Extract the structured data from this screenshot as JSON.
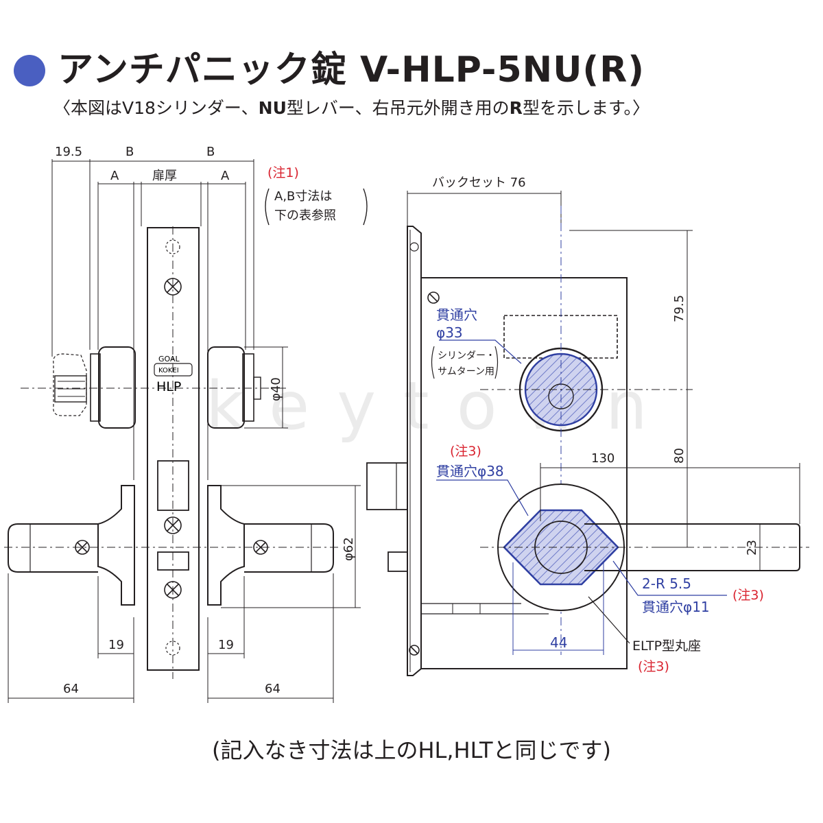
{
  "header": {
    "title": "アンチパニック錠 V-HLP-5NU(R)",
    "subtitle": {
      "open": "〈本図はV18シリンダー、",
      "nu": "NU",
      "lever": "型レバー、右吊元外開き用の",
      "r": "R",
      "close": "型を示します。〉"
    }
  },
  "front_view": {
    "dim_19_5": "19.5",
    "dim_b_left": "B",
    "dim_b_right": "B",
    "dim_a_left": "A",
    "dim_a_right": "A",
    "door_thickness": "扉厚",
    "note1_tag": "(注1)",
    "note1_line1": "A,B寸法は",
    "note1_line2": "下の表参照",
    "plate_brand": "GOAL",
    "plate_badge": "KOKEI",
    "plate_model": "HLP",
    "dim_phi40": "φ40",
    "dim_phi62": "φ62",
    "dim_19_left": "19",
    "dim_19_right": "19",
    "dim_64_left": "64",
    "dim_64_right": "64"
  },
  "side_view": {
    "backset": "バックセット 76",
    "dim_79_5": "79.5",
    "dim_80": "80",
    "dim_130": "130",
    "dim_23": "23",
    "dim_44": "44",
    "hole33_line1": "貫通穴",
    "hole33_line2": "φ33",
    "hole33_note1": "シリンダー・",
    "hole33_note2": "サムターン用",
    "note3_a": "(注3)",
    "hole38": "貫通穴φ38",
    "r55": "2-R 5.5",
    "hole11": "貫通穴φ11",
    "note3_b": "(注3)",
    "rosette": "ELTP型丸座",
    "note3_c": "(注3)"
  },
  "watermark": "keytown",
  "footer": "(記入なき寸法は上のHL,HLTと同じです)",
  "colors": {
    "accent_dot": "#4a5fc1",
    "annotation_blue": "#2f3fa2",
    "annotation_red": "#d9232f",
    "line": "#231f20"
  }
}
